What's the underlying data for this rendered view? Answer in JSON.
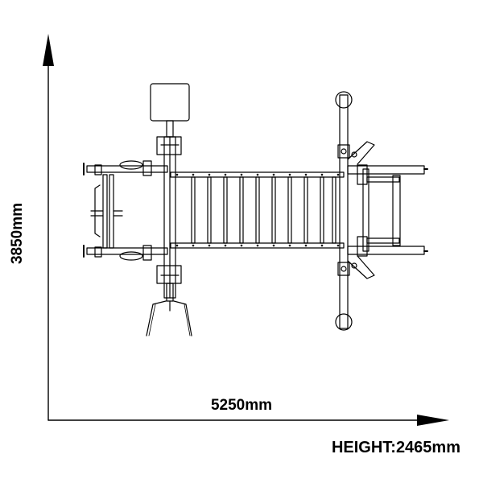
{
  "dimensions": {
    "width": "5250mm",
    "depth": "3850mm",
    "height": "HEIGHT:2465mm"
  },
  "colors": {
    "line": "#000000",
    "background": "#ffffff"
  }
}
